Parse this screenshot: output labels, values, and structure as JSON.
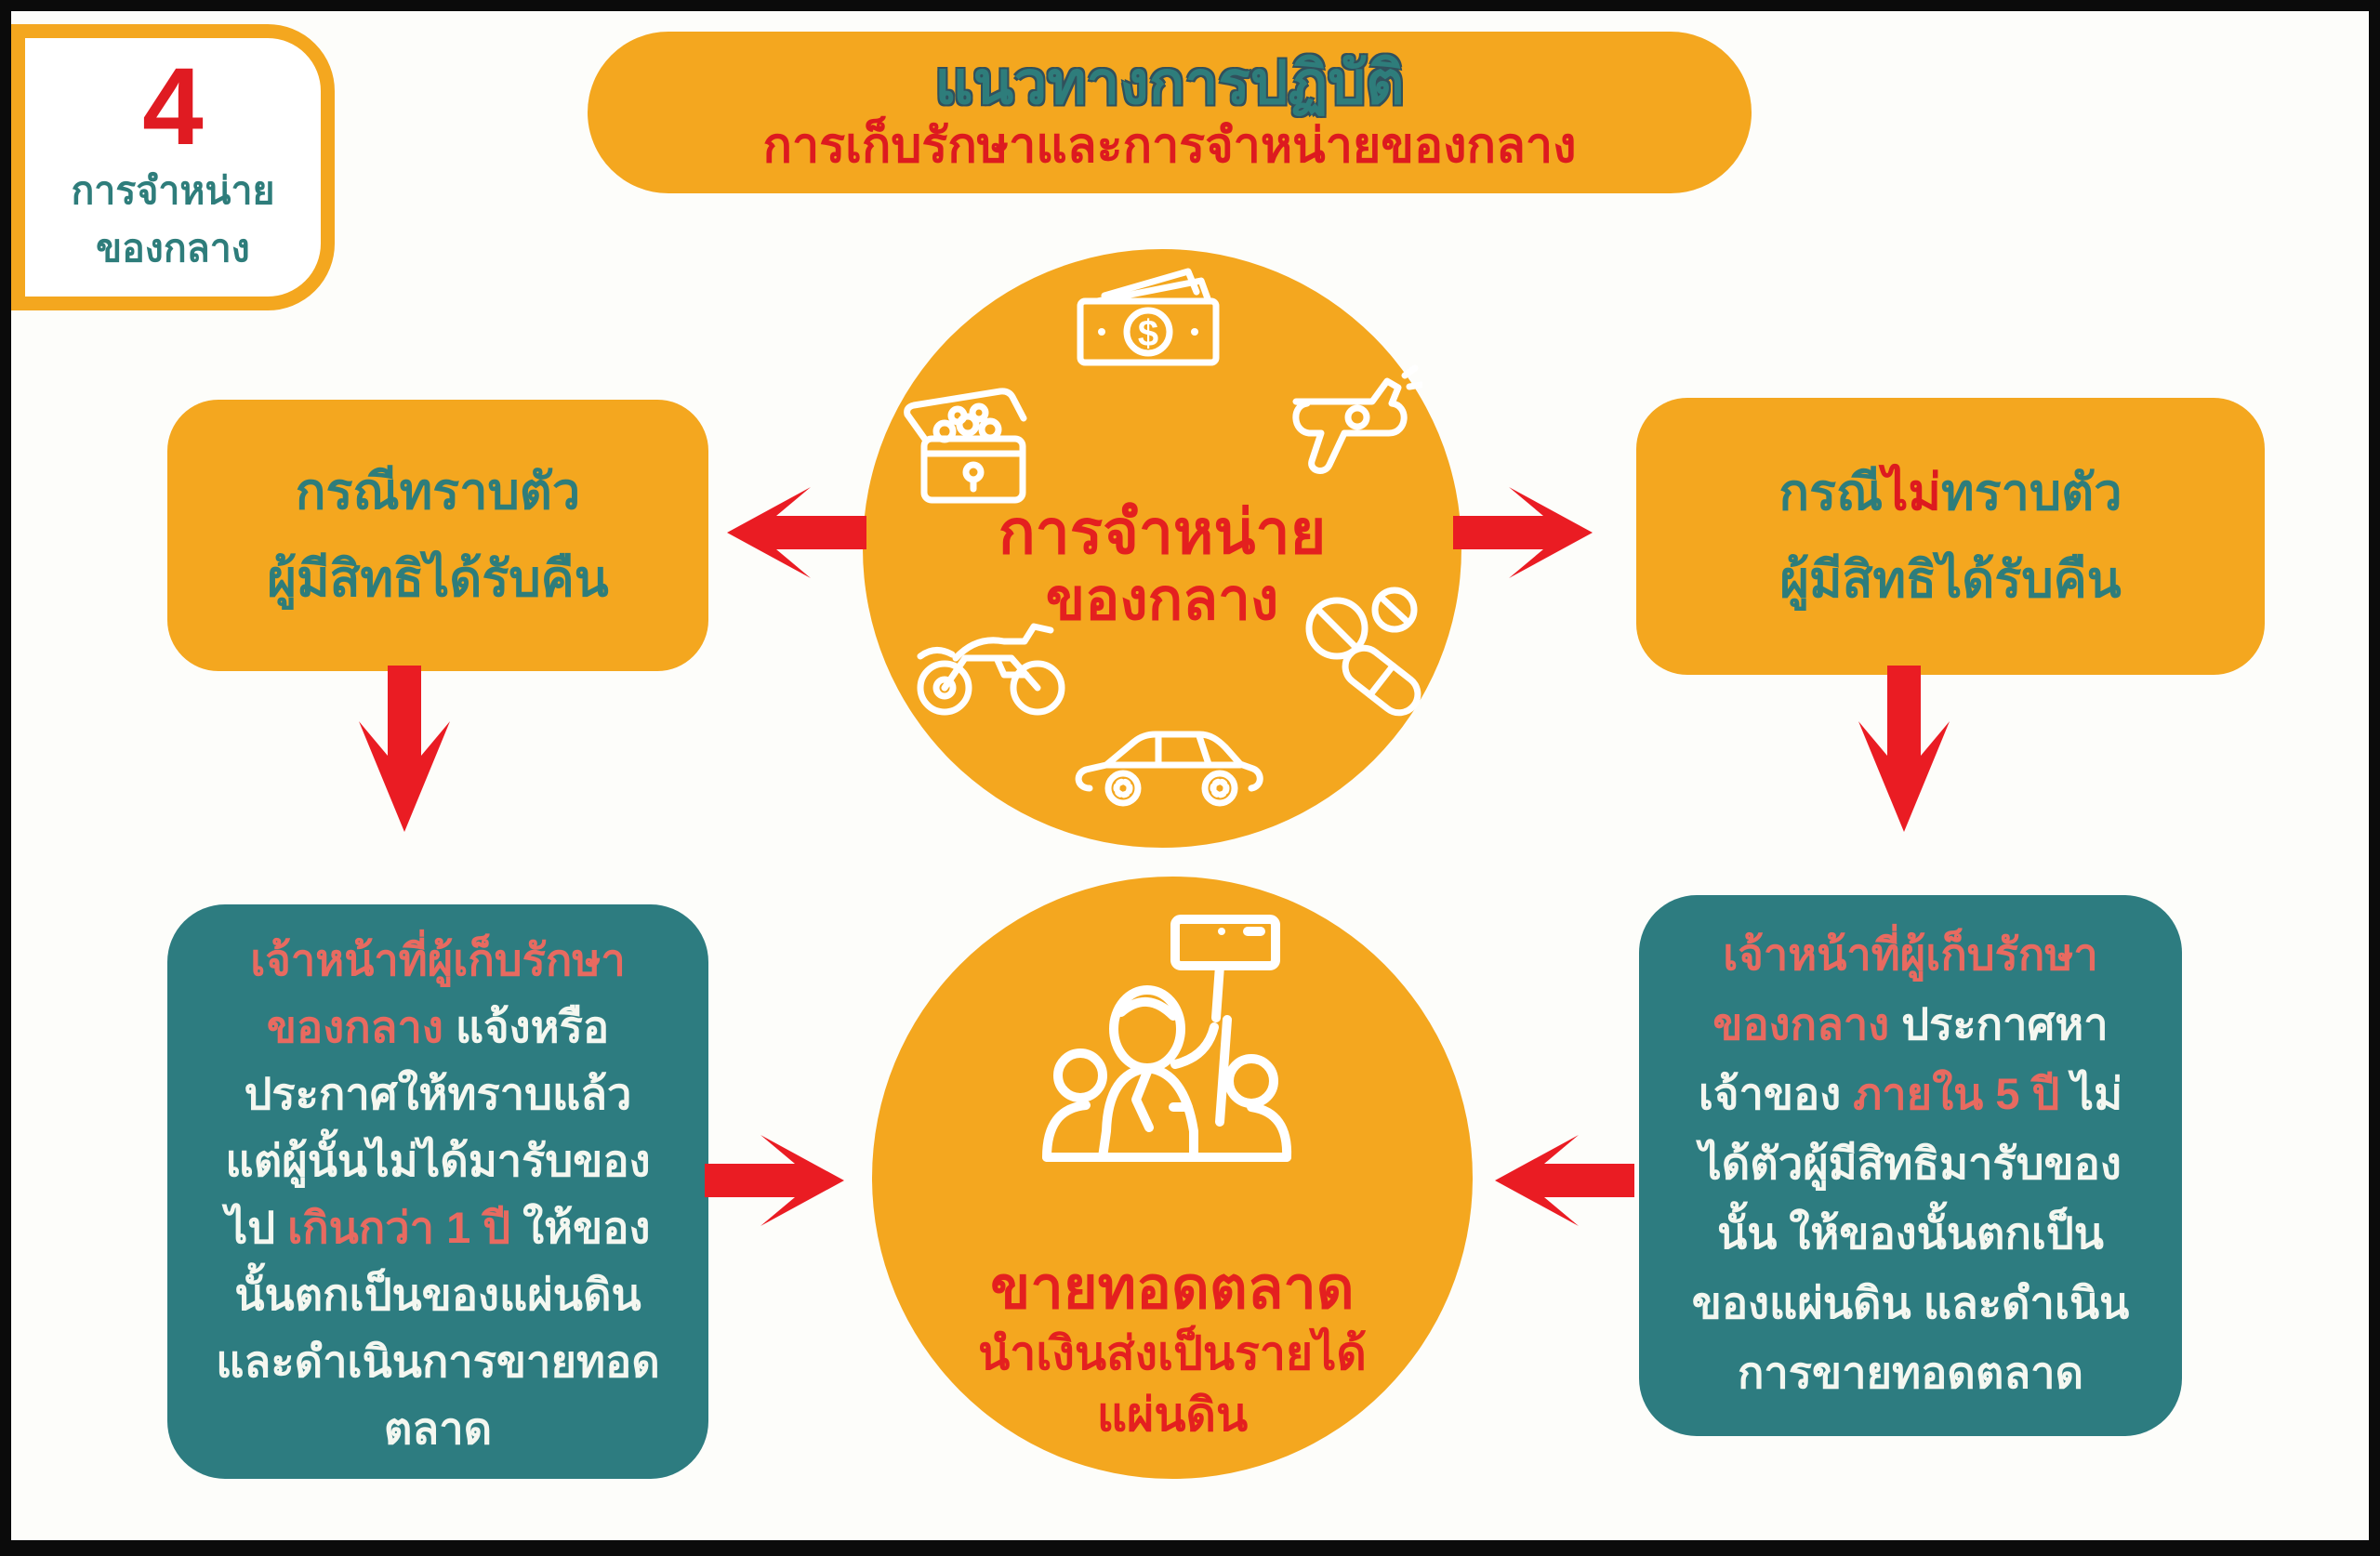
{
  "colors": {
    "orange": "#F4A71F",
    "teal_fill": "#2D7C80",
    "teal_text": "#2E7D7B",
    "red": "#DD1A1F",
    "salmon": "#E86A60",
    "arrow_red": "#EA1C23",
    "frame_border": "#0B0B0B",
    "background": "#FDFDFA"
  },
  "badge": {
    "number": "4",
    "label_line1": "การจำหน่าย",
    "label_line2": "ของกลาง"
  },
  "banner": {
    "title": "แนวทางการปฏิบัติ",
    "subtitle": "การเก็บรักษาและการจำหน่ายของกลาง"
  },
  "center_circle": {
    "label_line1": "การจำหน่าย",
    "label_line2": "ของกลาง",
    "icons": [
      "banknote-icon",
      "treasure-chest-icon",
      "revolver-icon",
      "motorcycle-icon",
      "pills-icon",
      "car-icon"
    ]
  },
  "case_known": {
    "segments": [
      [
        {
          "t": "กรณีทราบตัว",
          "c": "teal"
        }
      ],
      [
        {
          "t": "ผู้มีสิทธิได้รับคืน",
          "c": "teal"
        }
      ]
    ]
  },
  "case_unknown": {
    "segments": [
      [
        {
          "t": "กรณี",
          "c": "teal"
        },
        {
          "t": "ไม่",
          "c": "red"
        },
        {
          "t": "ทราบตัว",
          "c": "teal"
        }
      ],
      [
        {
          "t": "ผู้มีสิทธิได้รับคืน",
          "c": "teal"
        }
      ]
    ]
  },
  "detail_known": {
    "segments": [
      [
        {
          "t": "เจ้าหน้าที่ผู้เก็บรักษา",
          "c": "salmon"
        }
      ],
      [
        {
          "t": "ของกลาง",
          "c": "salmon"
        },
        {
          "t": " แจ้งหรือ",
          "c": "white"
        }
      ],
      [
        {
          "t": "ประกาศให้ทราบแล้ว",
          "c": "white"
        }
      ],
      [
        {
          "t": "แต่ผู้นั้นไม่ได้มารับของ",
          "c": "white"
        }
      ],
      [
        {
          "t": "ไป ",
          "c": "white"
        },
        {
          "t": "เกินกว่า 1 ปี",
          "c": "salmon"
        },
        {
          "t": " ให้ของ",
          "c": "white"
        }
      ],
      [
        {
          "t": "นั้นตกเป็นของแผ่นดิน",
          "c": "white"
        }
      ],
      [
        {
          "t": "และดำเนินการขายทอด",
          "c": "white"
        }
      ],
      [
        {
          "t": "ตลาด",
          "c": "white"
        }
      ]
    ]
  },
  "detail_unknown": {
    "segments": [
      [
        {
          "t": "เจ้าหน้าที่ผู้เก็บรักษา",
          "c": "salmon"
        }
      ],
      [
        {
          "t": "ของกลาง",
          "c": "salmon"
        },
        {
          "t": " ประกาศหา",
          "c": "white"
        }
      ],
      [
        {
          "t": "เจ้าของ ",
          "c": "white"
        },
        {
          "t": "ภายใน 5 ปี",
          "c": "salmon"
        },
        {
          "t": " ไม่",
          "c": "white"
        }
      ],
      [
        {
          "t": "ได้ตัวผู้มีสิทธิมารับของ",
          "c": "white"
        }
      ],
      [
        {
          "t": "นั้น ให้ของนั้นตกเป็น",
          "c": "white"
        }
      ],
      [
        {
          "t": "ของแผ่นดิน และดำเนิน",
          "c": "white"
        }
      ],
      [
        {
          "t": "การขายทอดตลาด",
          "c": "white"
        }
      ]
    ]
  },
  "auction_circle": {
    "title": "ขายทอดตลาด",
    "line2": "นำเงินส่งเป็นรายได้",
    "line3": "แผ่นดิน",
    "icon": "auctioneer-icon"
  }
}
